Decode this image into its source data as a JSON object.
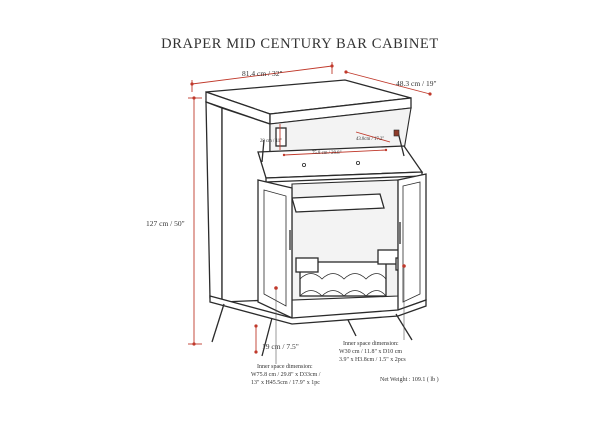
{
  "title": "DRAPER MID CENTURY BAR CABINET",
  "dimensions": {
    "width": "81.4 cm / 32\"",
    "depth": "48.3 cm / 19\"",
    "height": "127 cm / 50\"",
    "leg_height": "19 cm / 7.5\"",
    "open_shelf_height": "28 cm / 11\"",
    "open_shelf_width": "75.8 cm / 29.8\"",
    "open_shelf_depth": "43.8cm / 17.2\""
  },
  "inner_left": {
    "line1": "Inner space dimension:",
    "line2": "W75.8 cm / 29.8\" x D33cm /",
    "line3": "13\" x H45.5cm / 17.9\" x 1pc"
  },
  "inner_right": {
    "line1": "Inner space dimension:",
    "line2": "W30 cm / 11.8\" x D10 cm",
    "line3": "3.9\" x H3.8cm / 1.5\" x 2pcs"
  },
  "net_weight": "Net Weight : 109.1 ( lb )"
}
